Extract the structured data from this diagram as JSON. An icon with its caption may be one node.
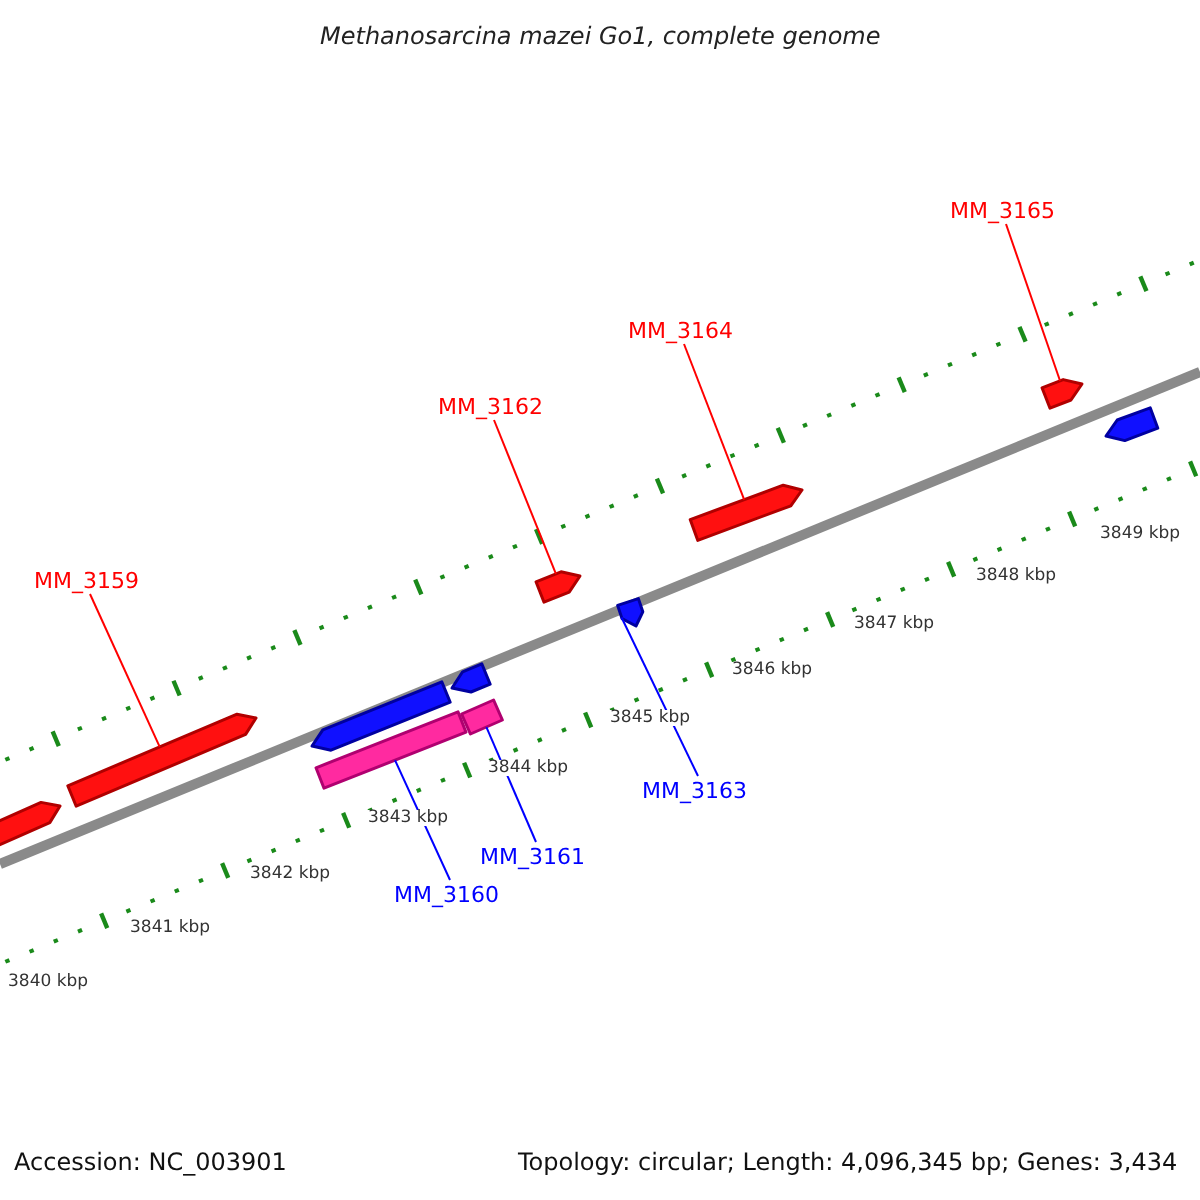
{
  "diagram": {
    "title": "Methanosarcina mazei Go1, complete genome",
    "nodes": [
      {
        "text": [],
        "shape": "arrow"
      },
      {
        "text": [],
        "shape": "arrow"
      },
      {
        "text": [],
        "shape": "arrow"
      },
      {
        "text": [],
        "shape": "arrow"
      },
      {
        "text": [],
        "shape": "bar"
      },
      {
        "text": [],
        "shape": "bar"
      },
      {
        "text": [],
        "shape": "arrow"
      },
      {
        "text": [],
        "shape": "arrow"
      },
      {
        "text": [],
        "shape": "arrow"
      },
      {
        "text": [],
        "shape": "arrow"
      },
      {
        "text": [],
        "shape": "arrow"
      },
      {
        "text": [
          "MM_3165"
        ]
      },
      {
        "text": [
          "MM_3164"
        ]
      },
      {
        "text": [
          "MM_3162"
        ]
      },
      {
        "text": [
          "MM_3159"
        ]
      },
      {
        "text": [
          "MM_3163"
        ]
      },
      {
        "text": [
          "MM_3161"
        ]
      },
      {
        "text": [
          "MM_3160"
        ]
      }
    ],
    "edges": [
      {
        "from": 11,
        "to": 9,
        "arrow": "none"
      },
      {
        "from": 12,
        "to": 8,
        "arrow": "none"
      },
      {
        "from": 13,
        "to": 6,
        "arrow": "none"
      },
      {
        "from": 14,
        "to": 1,
        "arrow": "none"
      },
      {
        "from": 15,
        "to": 7,
        "arrow": "none",
        "color": "#0000ff"
      },
      {
        "from": 16,
        "to": 5,
        "arrow": "none",
        "color": "#0000ff"
      },
      {
        "from": 17,
        "to": 4,
        "arrow": "none",
        "color": "#0000ff"
      }
    ],
    "labels": [
      "3849 kbp",
      "3848 kbp",
      "3847 kbp",
      "3846 kbp",
      "3845 kbp",
      "3844 kbp",
      "3843 kbp",
      "3842 kbp",
      "3841 kbp",
      "3840 kbp",
      "Accession: NC_003901",
      "Topology: circular; Length: 4,096,345 bp; Genes: 3,434"
    ]
  }
}
